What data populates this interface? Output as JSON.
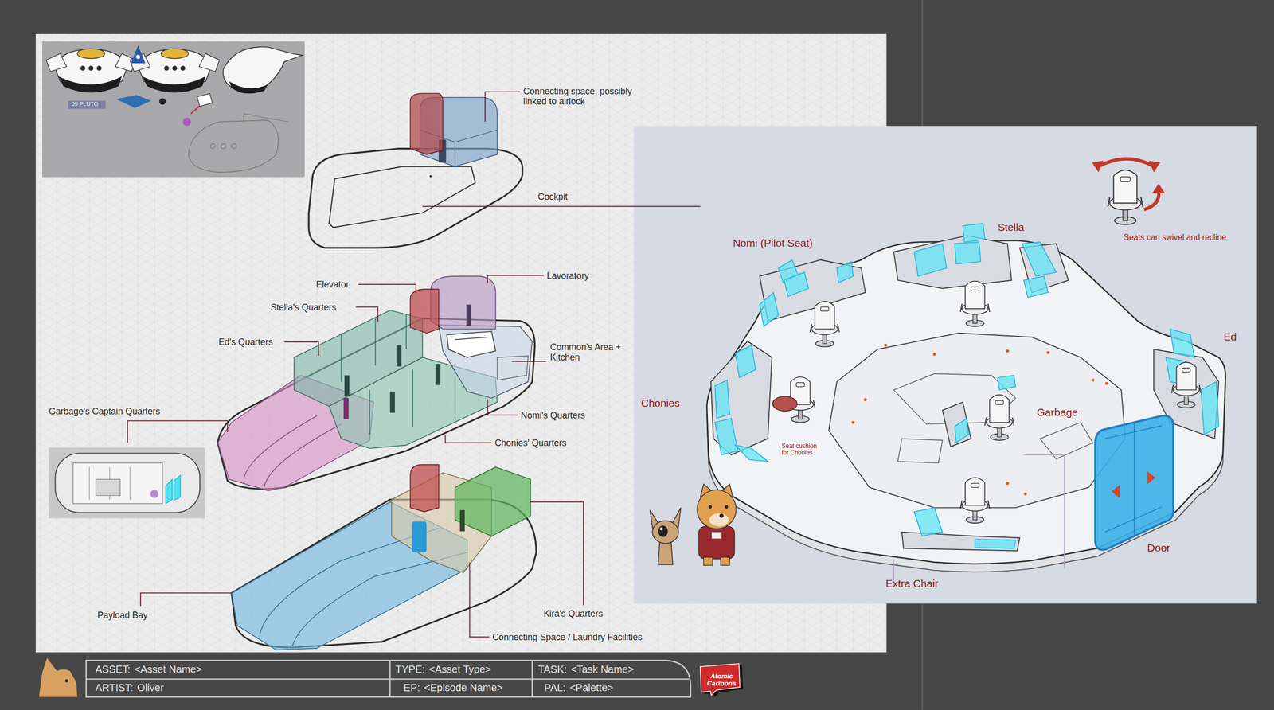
{
  "diagram": {
    "nodes": [
      {
        "text": [
          "ASSET:",
          "<Asset Name>"
        ]
      },
      {
        "text": [
          "TYPE:",
          "<Asset Type>"
        ]
      },
      {
        "text": [
          "TASK:",
          "<Task Name>"
        ]
      },
      {
        "text": [
          "ARTIST:",
          "Oliver"
        ]
      },
      {
        "text": [
          "EP:",
          "<Episode Name>"
        ]
      },
      {
        "text": [
          "PAL:",
          "<Palette>"
        ]
      },
      {
        "text": [
          "Atomic Cartoons"
        ]
      }
    ],
    "labels": [
      "09 PLUTO",
      "Connecting space, possibly linked to airlock",
      "Cockpit",
      "Elevator",
      "Lavoratory",
      "Stella's Quarters",
      "Ed's Quarters",
      "Common's Area + Kitchen",
      "Garbage's Captain Quarters",
      "Nomi's Quarters",
      "Chonies' Quarters",
      "Payload Bay",
      "Kira's Quarters",
      "Connecting Space / Laundry Facilities",
      "Nomi (Pilot Seat)",
      "Stella",
      "Seats can swivel and recline",
      "Ed",
      "Chonies",
      "Garbage",
      "Seat cushion for Chonies",
      "Door",
      "Extra Chair"
    ]
  }
}
